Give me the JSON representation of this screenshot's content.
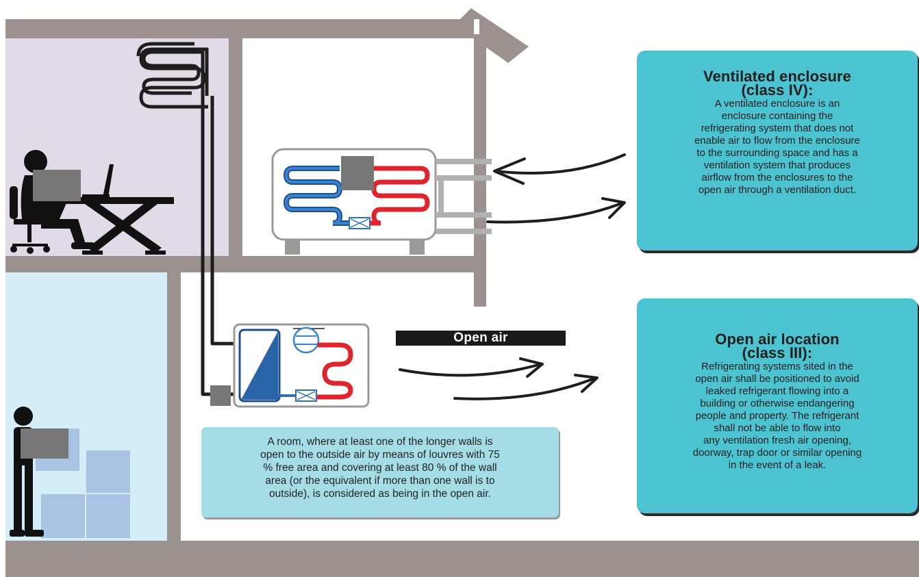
{
  "colors": {
    "wall": "#9b918f",
    "upper_room": "#e0dbe6",
    "lower_room": "#d4edf7",
    "info_box": "#4cc3d1",
    "note_box": "#a4dde6",
    "pipe_hot": "#e0242d",
    "pipe_cold": "#2e6fb6",
    "pipe_dark": "#1e1e1e",
    "unit_grey": "#777777",
    "crate": "#a9c3e3"
  },
  "icons": [
    "person-desk-icon",
    "person-carrying-box-icon",
    "laptop-icon",
    "compressor-icon",
    "expansion-valve-icon"
  ],
  "ventilated_enclosure": {
    "title_line1": "Ventilated enclosure",
    "title_line2": "(class IV):",
    "body": [
      "A ventilated enclosure is an",
      "enclosure containing the",
      "refrigerating system that does not",
      "enable air to flow from the enclosure",
      "to the surrounding space and has a",
      "ventilation system that produces",
      "airflow from the enclosures to the",
      "open air through a ventilation  duct."
    ]
  },
  "open_air_location": {
    "title_line1": "Open air location",
    "title_line2": "(class III):",
    "body": [
      "Refrigerating systems sited in the",
      "open air shall be positioned to avoid",
      "leaked refrigerant flowing into a",
      "building or otherwise endangering",
      "people and property. The refrigerant",
      "shall not be able to flow into",
      "any ventilation fresh air opening,",
      "doorway, trap door or similar opening",
      "in the event of a leak."
    ]
  },
  "open_air_label": "Open air",
  "room_note": [
    "A room, where at least one of the longer walls is",
    "open to the outside air by means of louvres with 75",
    "% free area and covering at least 80 % of the wall",
    "area (or the equivalent if more than one wall is to",
    "outside), is considered as being in the open air."
  ]
}
